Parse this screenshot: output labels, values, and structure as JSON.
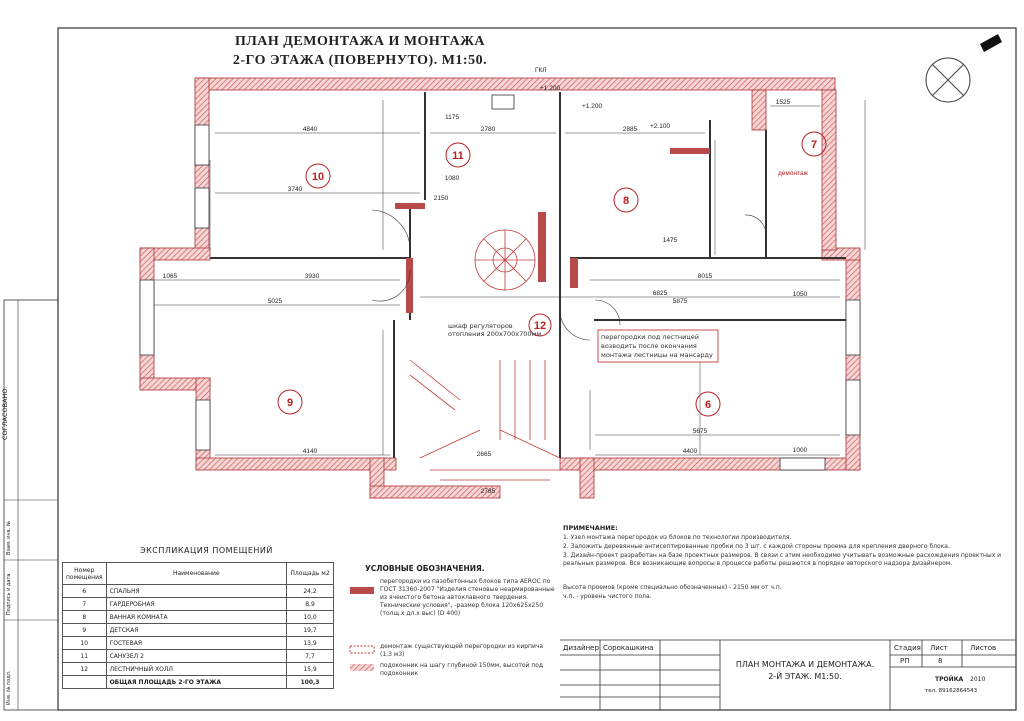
{
  "title": {
    "line1": "ПЛАН ДЕМОНТАЖА И МОНТАЖА",
    "line2": "2-ГО ЭТАЖА (ПОВЕРНУТО). М1:50."
  },
  "rooms": [
    {
      "num": "6",
      "name": "СПАЛЬНЯ",
      "area": "24,2"
    },
    {
      "num": "7",
      "name": "ГАРДЕРОБНАЯ",
      "area": "8,9"
    },
    {
      "num": "8",
      "name": "ВАННАЯ КОМНАТА",
      "area": "10,0"
    },
    {
      "num": "9",
      "name": "ДЕТСКАЯ",
      "area": "19,7"
    },
    {
      "num": "10",
      "name": "ГОСТЕВАЯ",
      "area": "13,9"
    },
    {
      "num": "11",
      "name": "САНУЗЕЛ 2",
      "area": "7,7"
    },
    {
      "num": "12",
      "name": "ЛЕСТНИЧНЫЙ ХОЛЛ",
      "area": "15,9"
    }
  ],
  "explication": {
    "heading": "ЭКСПЛИКАЦИЯ ПОМЕЩЕНИЙ",
    "col_num": "Номер помещения",
    "col_name": "Наименование",
    "col_area": "Площадь м2",
    "total_label": "ОБЩАЯ ПЛОЩАДЬ 2-ГО ЭТАЖА",
    "total_value": "100,3"
  },
  "legend": {
    "heading": "УСЛОВНЫЕ ОБОЗНАЧЕНИЯ.",
    "item1": "перегородки из пазобетонных блоков типа АЕRОС по ГОСТ 31360-2007 \"Изделия стеновые неармированные из ячеистого бетона автоклавного твердения. Технические условия\", -размер блока 120х625х250 (толщ.х дл.х выс) (D 400)",
    "item2": "демонтаж существующей перегородки из кирпича (1,3 м3)",
    "item3": "подоконник на шагу глубиной 150мм, высотой под подоконник"
  },
  "notes": {
    "heading": "ПРИМЕЧАНИЕ:",
    "n1": "1. Узел монтажа перегородок из блоков по технологии производителя.",
    "n2": "2. Заложить деревянные антисептированные пробки по 3 шт. с каждой стороны проема для крепления дверного блока.",
    "n3": "3. Дизайн-проект разработан на базе проектных размеров. В связи с этим необходимо учитывать возможные расхождения проектных и реальных размеров. Все возникающие вопросы в процессе работы решаются в порядке авторского надзора дизайнером.",
    "n4": "Высота проемов (кроме специально обозначенных) - 2150 мм от ч.п.",
    "n5": "ч.п. - уровень чистого пола."
  },
  "annotations": {
    "radiator": "шкаф регуляторов отопления 200х700х700мм",
    "stair_note": "перегородки под лестницей возводить после окончания монтажа лестницы на мансарду",
    "dismantle": "демонтаж"
  },
  "side_labels": {
    "agreed": "СОГЛАСОВАНО:",
    "inv": "Инв. № подл.",
    "sign_date": "Подпись и дата",
    "replace": "Взам. инв. №"
  },
  "stamp": {
    "designer_role": "Дизайнер",
    "designer_name": "Сорокашкина",
    "doc_title_1": "ПЛАН МОНТАЖА И ДЕМОНТАЖА.",
    "doc_title_2": "2-Й ЭТАЖ. М1:50.",
    "stage_label": "Стадия",
    "stage_value": "РП",
    "sheet_label": "Лист",
    "sheet_value": "8",
    "sheets_label": "Листов",
    "company": "ТРОЙКА",
    "year": "2010",
    "phone": "тел. 89162864543"
  },
  "dimensions": {
    "d1": "4840",
    "d2": "3740",
    "d3": "3930",
    "d4": "5025",
    "d5": "4140",
    "d6": "4400",
    "d7": "5675",
    "d8": "2665",
    "d9": "2785",
    "d10": "6825",
    "d11": "8015",
    "d12": "1525",
    "d13": "2780",
    "d14": "1175",
    "d15": "2885",
    "d16": "1475",
    "d17": "1065",
    "d18": "1080",
    "d19": "2150",
    "d20": "1050",
    "d21": "5875",
    "d22": "1000"
  },
  "markers": {
    "gkl": "ГКЛ",
    "level": "+1.200",
    "level2": "+2.100"
  },
  "colors": {
    "wall": "#c23b3b",
    "hatch": "#e8a4a4",
    "dim": "#222222",
    "accent": "#b22222"
  }
}
